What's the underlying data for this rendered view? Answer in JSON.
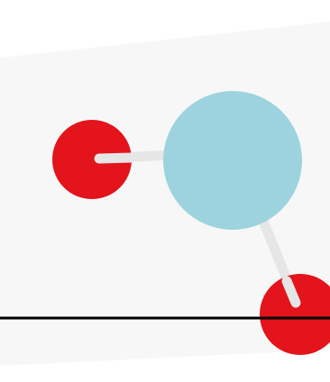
{
  "molecule": {
    "atoms": [
      {
        "id": "oxygen-left",
        "element": "O",
        "color": "#e3141b"
      },
      {
        "id": "central-atom",
        "element": "central",
        "color": "#9dd3de"
      },
      {
        "id": "oxygen-bottom-right",
        "element": "O",
        "color": "#e3141b"
      }
    ],
    "bonds": [
      {
        "from": "oxygen-left",
        "to": "central-atom",
        "color": "#e6e6e6"
      },
      {
        "from": "central-atom",
        "to": "oxygen-bottom-right",
        "color": "#e6e6e6"
      }
    ]
  },
  "colors": {
    "panel": "#f7f7f7",
    "background": "#ffffff",
    "rule_line": "#000000"
  }
}
